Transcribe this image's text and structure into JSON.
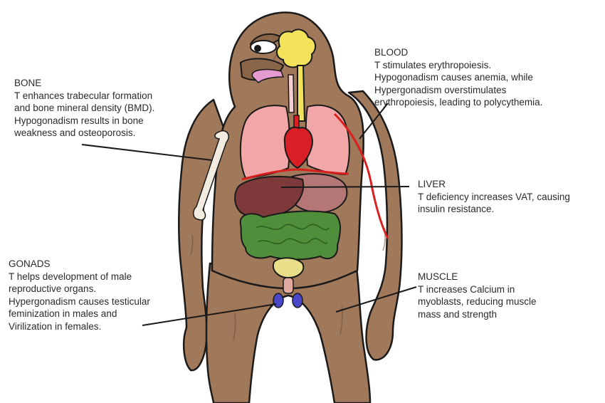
{
  "labels": {
    "bone": {
      "title": "BONE",
      "lines": [
        "T enhances trabecular formation",
        "and bone mineral density (BMD).",
        "Hypogonadism results in bone",
        "weakness and osteoporosis."
      ]
    },
    "blood": {
      "title": "BLOOD",
      "lines": [
        "T stimulates erythropoiesis.",
        "Hypogonadism causes anemia, while",
        "Hypergonadism overstimulates",
        "erythropoiesis, leading to polycythemia."
      ]
    },
    "liver": {
      "title": "LIVER",
      "lines": [
        "T deficiency increases VAT, causing",
        "insulin resistance."
      ]
    },
    "gonads": {
      "title": "GONADS",
      "lines": [
        "T helps development of male",
        "reproductive organs.",
        "Hypergonadism causes testicular",
        "feminization in males and",
        "Virilization in females."
      ]
    },
    "muscle": {
      "title": "MUSCLE",
      "lines": [
        "T increases Calcium in",
        "myoblasts, reducing muscle",
        "mass and strength"
      ]
    }
  },
  "colors": {
    "skin": "#a0785a",
    "skin_outline": "#1a1a1a",
    "lungs": "#f1a7a7",
    "heart": "#d81f26",
    "liver": "#7e3a3a",
    "stomach": "#b57676",
    "intestines": "#4f8f3b",
    "bladder": "#e9df8a",
    "gonads": "#4a48c8",
    "brain": "#f3e35a",
    "bone": "#f2ece0",
    "vessel": "#d91e1e",
    "tongue": "#e39bd0"
  }
}
